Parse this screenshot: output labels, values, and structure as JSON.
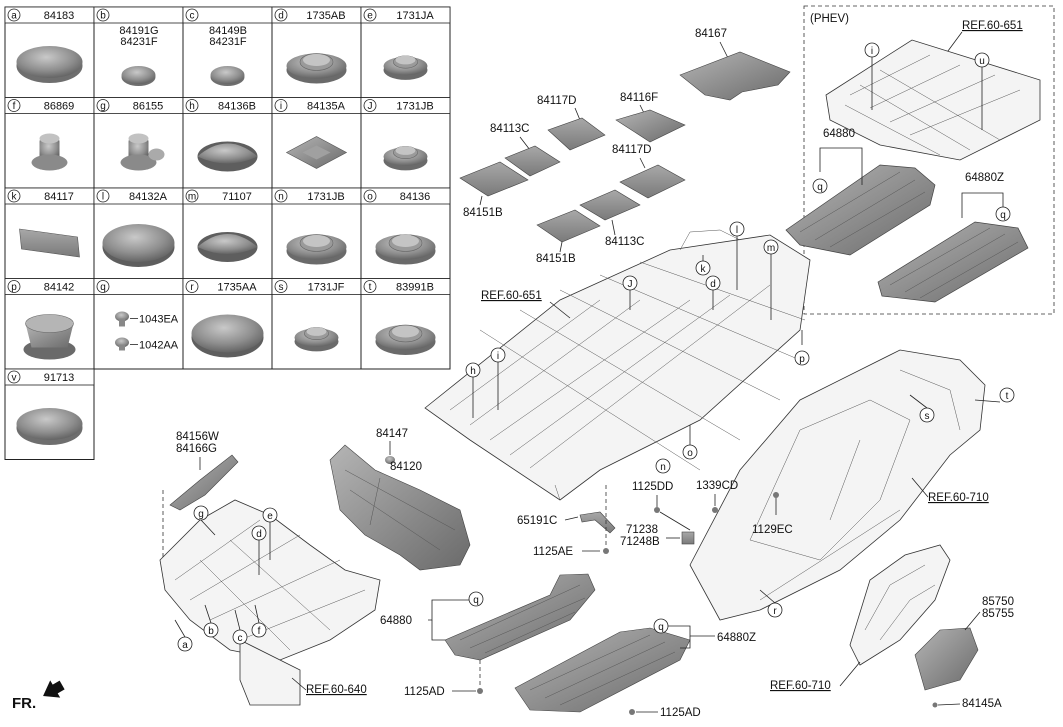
{
  "parts_table": {
    "cells": [
      {
        "letter": "a",
        "parts": [
          "84183"
        ]
      },
      {
        "letter": "b",
        "parts": [
          "84191G",
          "84231F"
        ]
      },
      {
        "letter": "c",
        "parts": [
          "84149B",
          "84231F"
        ]
      },
      {
        "letter": "d",
        "parts": [
          "1735AB"
        ]
      },
      {
        "letter": "e",
        "parts": [
          "1731JA"
        ]
      },
      {
        "letter": "f",
        "parts": [
          "86869"
        ]
      },
      {
        "letter": "g",
        "parts": [
          "86155"
        ]
      },
      {
        "letter": "h",
        "parts": [
          "84136B"
        ]
      },
      {
        "letter": "i",
        "parts": [
          "84135A"
        ]
      },
      {
        "letter": "J",
        "parts": [
          "1731JB"
        ]
      },
      {
        "letter": "k",
        "parts": [
          "84117"
        ]
      },
      {
        "letter": "l",
        "parts": [
          "84132A"
        ]
      },
      {
        "letter": "m",
        "parts": [
          "71107"
        ]
      },
      {
        "letter": "n",
        "parts": [
          "1731JB"
        ]
      },
      {
        "letter": "o",
        "parts": [
          "84136"
        ]
      },
      {
        "letter": "p",
        "parts": [
          "84142"
        ]
      },
      {
        "letter": "q",
        "parts": [],
        "sub": [
          "1043EA",
          "1042AA"
        ]
      },
      {
        "letter": "r",
        "parts": [
          "1735AA"
        ]
      },
      {
        "letter": "s",
        "parts": [
          "1731JF"
        ]
      },
      {
        "letter": "t",
        "parts": [
          "83991B"
        ]
      },
      {
        "letter": "v",
        "parts": [
          "91713"
        ]
      }
    ]
  },
  "phev_box": {
    "title": "(PHEV)"
  },
  "refs": {
    "r651_top": "REF.60-651",
    "r651_mid": "REF.60-651",
    "r710_right": "REF.60-710",
    "r710_bottom": "REF.60-710",
    "r640": "REF.60-640"
  },
  "labels": {
    "p84167": "84167",
    "p84117D_a": "84117D",
    "p84116F": "84116F",
    "p84113C_a": "84113C",
    "p84117D_b": "84117D",
    "p84151B_a": "84151B",
    "p84151B_b": "84151B",
    "p84113C_b": "84113C",
    "p64880_phev": "64880",
    "p64880Z_phev": "64880Z",
    "p84156W": "84156W",
    "p84166G": "84166G",
    "p84147": "84147",
    "p84120": "84120",
    "p1125DD": "1125DD",
    "p1339CD": "1339CD",
    "p65191C": "65191C",
    "p71238": "71238",
    "p71248B": "71248B",
    "p1125AE": "1125AE",
    "p1129EC": "1129EC",
    "p64880": "64880",
    "p64880Z": "64880Z",
    "p1125AD_a": "1125AD",
    "p1125AD_b": "1125AD",
    "p85750": "85750",
    "p85755": "85755",
    "p84145A": "84145A"
  },
  "callouts": [
    "i",
    "u",
    "q",
    "q",
    "l",
    "k",
    "J",
    "d",
    "m",
    "p",
    "i",
    "h",
    "o",
    "n",
    "s",
    "t",
    "r",
    "g",
    "e",
    "d",
    "a",
    "b",
    "c",
    "f",
    "q",
    "q"
  ],
  "fr_label": "FR.",
  "colors": {
    "part_fill": "#8c8c8c",
    "part_dark": "#5e5e5e",
    "part_light": "#b8b8b8",
    "line": "#222222"
  }
}
